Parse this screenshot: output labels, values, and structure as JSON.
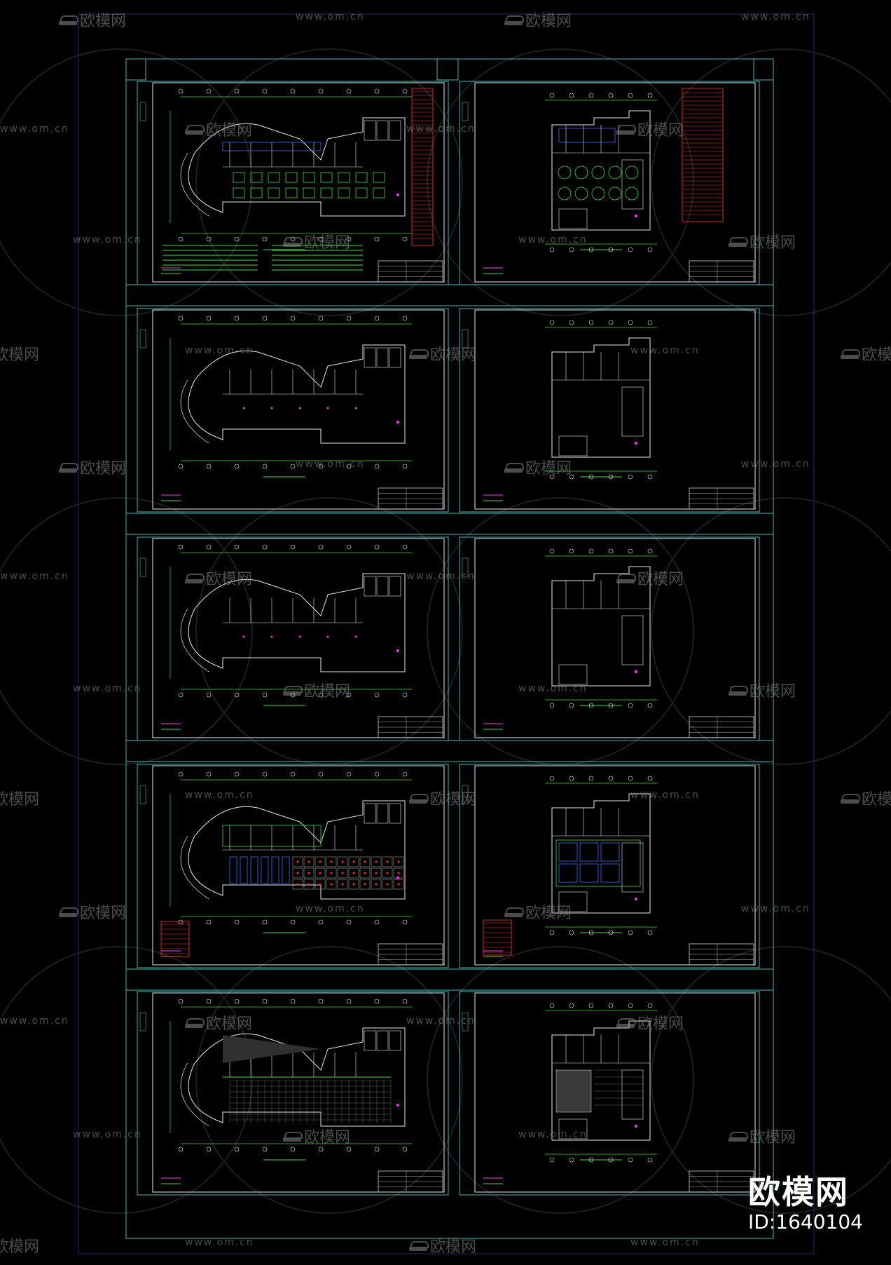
{
  "watermarks": {
    "brand": "欧模网",
    "url": "www.om.cn"
  },
  "corner_logo": {
    "brand": "欧模网",
    "id_text": "ID:1640104"
  },
  "colors": {
    "background": "#000000",
    "frame": "#3fb7b7",
    "plan_lines": "#e8e8e8",
    "grid": "#3ddc3d",
    "accent_magenta": "#ff30ff",
    "accent_red": "#ff3030",
    "accent_blue": "#3a6cff"
  },
  "sheets": [
    {
      "row": 1,
      "side": "left",
      "type": "plan-with-notes"
    },
    {
      "row": 1,
      "side": "right",
      "type": "plan-with-table"
    },
    {
      "row": 2,
      "side": "left",
      "type": "plan"
    },
    {
      "row": 2,
      "side": "right",
      "type": "plan"
    },
    {
      "row": 3,
      "side": "left",
      "type": "plan"
    },
    {
      "row": 3,
      "side": "right",
      "type": "plan"
    },
    {
      "row": 4,
      "side": "left",
      "type": "plan-ceiling"
    },
    {
      "row": 4,
      "side": "right",
      "type": "plan-ceiling"
    },
    {
      "row": 5,
      "side": "left",
      "type": "plan-floor"
    },
    {
      "row": 5,
      "side": "right",
      "type": "plan-floor"
    }
  ]
}
